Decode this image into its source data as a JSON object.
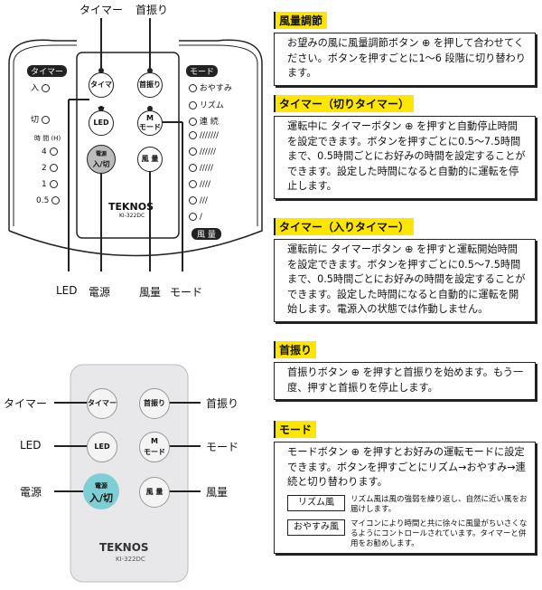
{
  "top_labels": {
    "timer": "タイマー",
    "swing": "首振り"
  },
  "bottom_labels": {
    "led": "LED",
    "power": "電源",
    "fan": "風量",
    "mode": "モード"
  },
  "panel": {
    "timer_header": "タイマー",
    "on_label": "入",
    "off_label": "切",
    "hours_label": "時 間 (H)",
    "hours": [
      "4",
      "2",
      "1",
      "0.5"
    ],
    "mode_header": "モード",
    "modes": [
      "おやすみ",
      "リズム",
      "連 続"
    ],
    "fan_header": "風 量",
    "btn_timer": "タイマー",
    "btn_swing": "首振り",
    "btn_led": "LED",
    "btn_mode_m": "M",
    "btn_mode": "モード",
    "btn_power_top": "電源",
    "btn_power": "入/切",
    "btn_fan": "風 量",
    "brand": "TEKNOS",
    "model": "KI-322DC"
  },
  "remote_labels": {
    "timer": "タイマー",
    "led": "LED",
    "power": "電源",
    "swing": "首振り",
    "mode": "モード",
    "fan": "風量"
  },
  "remote": {
    "btn_timer": "タイマー",
    "btn_swing": "首振り",
    "btn_led": "LED",
    "btn_mode_m": "M",
    "btn_mode": "モード",
    "btn_power_top": "電源",
    "btn_power": "入/切",
    "btn_fan": "風 量",
    "brand": "TEKNOS",
    "model": "KI-322DC"
  },
  "sections": {
    "fan": {
      "title": "風量調節",
      "text": "お望みの風に風量調節ボタン ⊕ を押して合わせてください。ボタンを押すごとに1～6 段階に切り替わります。"
    },
    "timer_off": {
      "title": "タイマー（切りタイマー）",
      "text": "運転中に タイマーボタン ⊕ を押すと自動停止時間を設定できます。ボタンを押すごとに0.5～7.5時間まで、0.5時間ごとにお好みの時間を設定することができます。設定した時間になると自動的に運転を停止します。"
    },
    "timer_on": {
      "title": "タイマー（入りタイマー）",
      "text": "運転前に タイマーボタン ⊕ を押すと運転開始時間を設定できます。ボタンを押すごとに0.5～7.5時間まで、0.5時間ごとにお好みの時間を設定することができます。設定した時間になると自動的に運転を開始します。電源入の状態では作動しません。"
    },
    "swing": {
      "title": "首振り",
      "text": "首振りボタン ⊕ を押すと首振りを始めます。もう一度、押すと首振りを停止します。"
    },
    "mode": {
      "title": "モード",
      "text": "モードボタン ⊕ を押すとお好みの運転モードに設定できます。ボタンを押すごとにリズム→おやすみ→連続と切り替わります。",
      "rhythm_label": "リズム風",
      "rhythm_text": "リズム風は風の強弱を繰り返し、自然に近い風をお届けします。",
      "sleep_label": "おやすみ風",
      "sleep_text": "マイコンにより時間と共に徐々に風量がちいさくなるようにコントロールされています。タイマーと併用をお勧めします。"
    }
  }
}
